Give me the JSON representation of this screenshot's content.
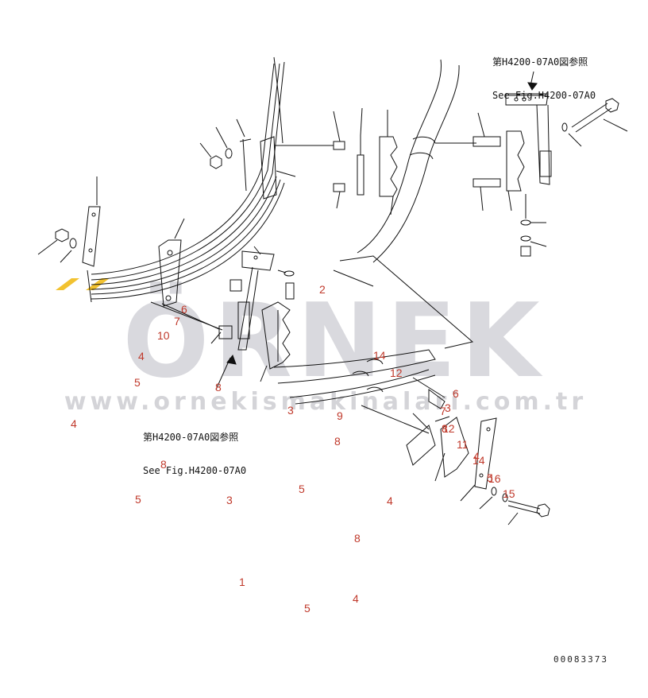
{
  "watermark": {
    "brand": "ÖRNEK",
    "url": "www.ornekismakinalari.com.tr",
    "brand_color": "#d9d9de",
    "accent_color": "#f2c230"
  },
  "references": {
    "top_right": {
      "line1": "第H4200-07A0図参照",
      "line2": "See Fig.H4200-07A0"
    },
    "middle_left": {
      "line1": "第H4200-07A0図参照",
      "line2": "See Fig.H4200-07A0"
    }
  },
  "callout_numbers": [
    "1",
    "2",
    "3",
    "3",
    "3",
    "4",
    "4",
    "4",
    "4",
    "4",
    "5",
    "5",
    "5",
    "5",
    "5",
    "6",
    "6",
    "7",
    "7",
    "8",
    "8",
    "8",
    "8",
    "8",
    "9",
    "10",
    "11",
    "12",
    "12",
    "14",
    "14",
    "15",
    "16"
  ],
  "part_code": "00083373",
  "colors": {
    "line": "#111111",
    "callout": "#c0392b"
  }
}
